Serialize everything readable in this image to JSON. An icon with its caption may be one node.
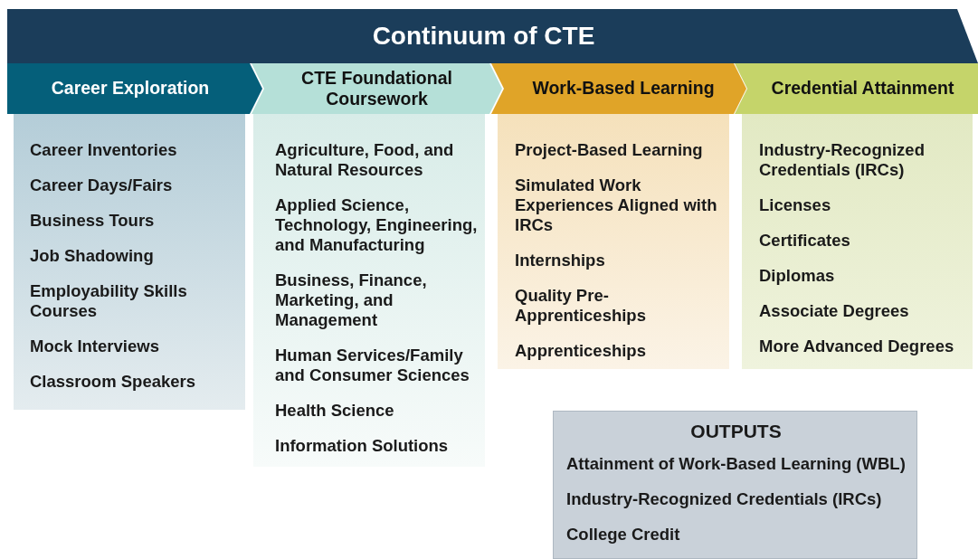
{
  "diagram": {
    "nodes": [
      {
        "text": [
          "Continuum of CTE"
        ]
      },
      {
        "text": [
          "Career Exploration"
        ]
      },
      {
        "text": [
          "CTE Foundational Coursework"
        ]
      },
      {
        "text": [
          "Work-Based Learning"
        ]
      },
      {
        "text": [
          "Credential Attainment"
        ]
      },
      {
        "text": [
          "Career Inventories",
          "Career Days/Fairs",
          "Business Tours",
          "Job Shadowing",
          "Employability Skills Courses",
          "Mock Interviews",
          "Classroom Speakers"
        ]
      },
      {
        "text": [
          "Agriculture, Food, and Natural Resources",
          "Applied Science, Technology, Engineering, and Manufacturing",
          "Business, Finance, Marketing, and Management",
          "Human Services/Family and Consumer Sciences",
          "Health Science",
          "Information Solutions"
        ]
      },
      {
        "text": [
          "Project-Based Learning",
          "Simulated Work Experiences Aligned with IRCs",
          "Internships",
          "Quality Pre-Apprenticeships",
          "Apprenticeships"
        ]
      },
      {
        "text": [
          "Industry-Recognized Credentials (IRCs)",
          "Licenses",
          "Certificates",
          "Diplomas",
          "Associate Degrees",
          "More Advanced Degrees"
        ]
      },
      {
        "text": [
          "OUTPUTS",
          "Attainment of Work-Based Learning (WBL)",
          "Industry-Recognized Credentials (IRCs)",
          "College Credit"
        ]
      }
    ]
  }
}
